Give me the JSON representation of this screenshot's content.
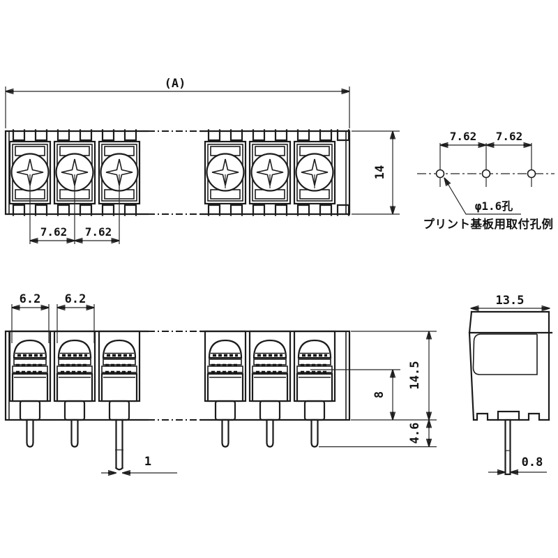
{
  "drawing": {
    "top_view": {
      "overall_width_label": "(A)",
      "depth_label": "14",
      "pitch_labels": [
        "7.62",
        "7.62"
      ]
    },
    "pcb_holes": {
      "pitch_labels": [
        "7.62",
        "7.62"
      ],
      "hole_diameter_label": "φ1.6孔",
      "caption": "プリント基板用取付孔例"
    },
    "front_view": {
      "opening_labels": [
        "6.2",
        "6.2"
      ],
      "pin_width_label": "1",
      "clamp_height_label": "8",
      "body_height_label": "14.5",
      "pin_length_label": "4.6"
    },
    "side_view": {
      "width_label": "13.5",
      "pin_thickness_label": "0.8"
    },
    "colors": {
      "line": "#1c1c1c",
      "background": "#ffffff"
    }
  }
}
